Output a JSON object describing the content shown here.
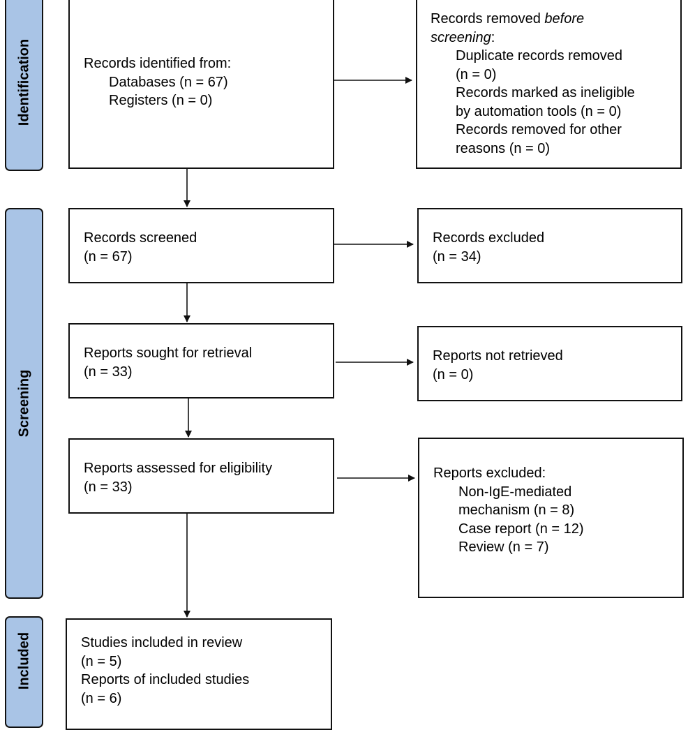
{
  "stages": {
    "identification": "Identification",
    "screening": "Screening",
    "included": "Included"
  },
  "identified": {
    "heading": "Records identified from:",
    "databases": "Databases (n = 67)",
    "registers": "Registers (n = 0)"
  },
  "removed": {
    "heading_a": "Records removed ",
    "heading_em": "before",
    "heading_em2": "screening",
    "heading_b": ":",
    "items": [
      "Duplicate records removed",
      "(n = 0)",
      "Records marked as ineligible",
      "by automation tools (n = 0)",
      "Records removed for other",
      "reasons (n = 0)"
    ]
  },
  "screened": {
    "label": "Records screened",
    "count": "(n = 67)"
  },
  "excluded": {
    "label": "Records excluded",
    "count": "(n = 34)"
  },
  "sought": {
    "label": "Reports sought for retrieval",
    "count": "(n = 33)"
  },
  "not_retrieved": {
    "label": "Reports not retrieved",
    "count": "(n = 0)"
  },
  "assessed": {
    "label": "Reports assessed for eligibility",
    "count": "(n = 33)"
  },
  "reports_excluded": {
    "heading": "Reports excluded:",
    "items": [
      "Non-IgE-mediated",
      "mechanism (n = 8)",
      "Case report (n = 12)",
      "Review (n = 7)"
    ]
  },
  "included": {
    "studies_label": "Studies included in review",
    "studies_count": "(n = 5)",
    "reports_label": "Reports of included studies",
    "reports_count": "(n = 6)"
  }
}
